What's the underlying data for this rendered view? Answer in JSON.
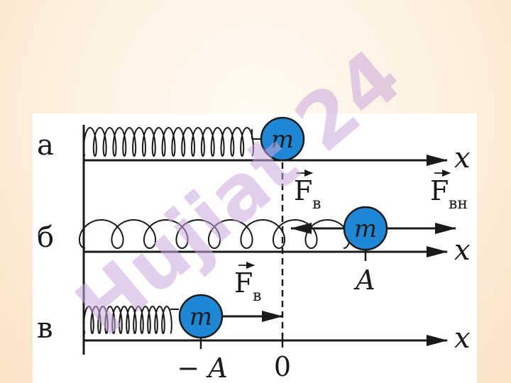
{
  "watermark": "Hujiat 24",
  "rows": [
    {
      "label": "а",
      "mass": "m",
      "axis": "x"
    },
    {
      "label": "б",
      "mass": "m",
      "axis": "x"
    },
    {
      "label": "в",
      "mass": "m",
      "axis": "x"
    }
  ],
  "forces": {
    "elastic_1": {
      "symbol": "F",
      "sub": "в"
    },
    "external": {
      "symbol": "F",
      "sub": "вн"
    },
    "elastic_2": {
      "symbol": "F",
      "sub": "в"
    }
  },
  "ticks": {
    "amplitude_pos": "A",
    "amplitude_neg": "− A",
    "origin": "0"
  },
  "colors": {
    "ball": "#1e88d6",
    "line": "#1a1a1a",
    "watermark": "#c9a7dc"
  }
}
